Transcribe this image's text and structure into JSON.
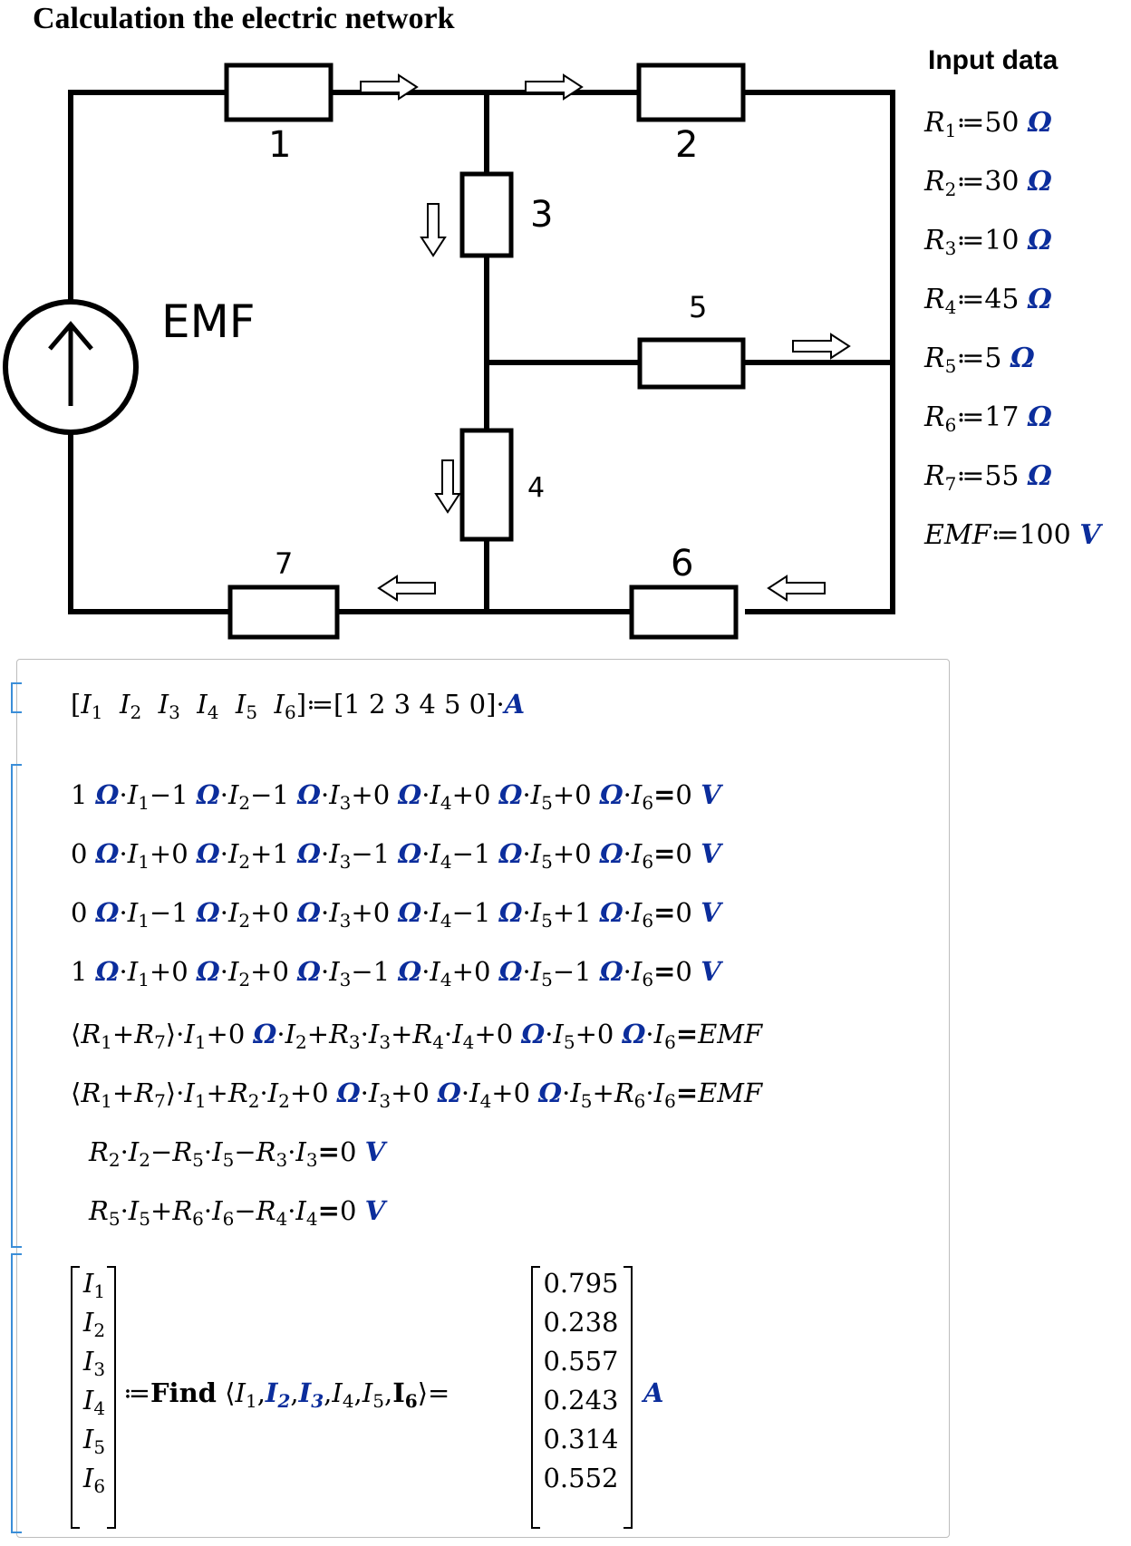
{
  "title": "Calculation the electric network",
  "circuit": {
    "labels": [
      "1",
      "2",
      "3",
      "4",
      "5",
      "6",
      "7"
    ],
    "source_label": "EMF"
  },
  "input": {
    "title": "Input data",
    "rows": [
      {
        "var": "R",
        "sub": "1",
        "value": "50",
        "unit": "Ω"
      },
      {
        "var": "R",
        "sub": "2",
        "value": "30",
        "unit": "Ω"
      },
      {
        "var": "R",
        "sub": "3",
        "value": "10",
        "unit": "Ω"
      },
      {
        "var": "R",
        "sub": "4",
        "value": "45",
        "unit": "Ω"
      },
      {
        "var": "R",
        "sub": "5",
        "value": "5",
        "unit": "Ω"
      },
      {
        "var": "R",
        "sub": "6",
        "value": "17",
        "unit": "Ω"
      },
      {
        "var": "R",
        "sub": "7",
        "value": "55",
        "unit": "Ω"
      },
      {
        "var": "EMF",
        "sub": "",
        "value": "100",
        "unit": "V"
      }
    ]
  },
  "guess": {
    "values": "1  2  3  4  5  0",
    "unit": "A"
  },
  "kirchhoff": [
    [
      "1",
      "-1",
      "-1",
      "0",
      "0",
      "0"
    ],
    [
      "0",
      "0",
      "1",
      "-1",
      "-1",
      "0"
    ],
    [
      "0",
      "-1",
      "0",
      "0",
      "-1",
      "1"
    ],
    [
      "1",
      "0",
      "0",
      "-1",
      "0",
      "-1"
    ]
  ],
  "result": {
    "func": "Find",
    "values": [
      "0.795",
      "0.238",
      "0.557",
      "0.243",
      "0.314",
      "0.552"
    ],
    "unit": "A"
  }
}
